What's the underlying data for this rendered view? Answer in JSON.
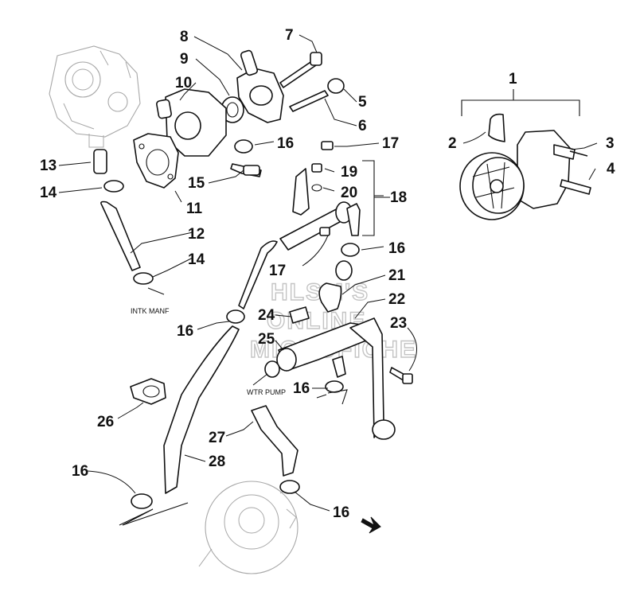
{
  "callouts": [
    {
      "id": "c1",
      "text": "1"
    },
    {
      "id": "c2",
      "text": "2"
    },
    {
      "id": "c3",
      "text": "3"
    },
    {
      "id": "c4",
      "text": "4"
    },
    {
      "id": "c5",
      "text": "5"
    },
    {
      "id": "c6",
      "text": "6"
    },
    {
      "id": "c7",
      "text": "7"
    },
    {
      "id": "c8",
      "text": "8"
    },
    {
      "id": "c9",
      "text": "9"
    },
    {
      "id": "c10",
      "text": "10"
    },
    {
      "id": "c11",
      "text": "11"
    },
    {
      "id": "c12",
      "text": "12"
    },
    {
      "id": "c13",
      "text": "13"
    },
    {
      "id": "c14a",
      "text": "14"
    },
    {
      "id": "c14b",
      "text": "14"
    },
    {
      "id": "c15",
      "text": "15"
    },
    {
      "id": "c16a",
      "text": "16"
    },
    {
      "id": "c16b",
      "text": "16"
    },
    {
      "id": "c16c",
      "text": "16"
    },
    {
      "id": "c16d",
      "text": "16"
    },
    {
      "id": "c16e",
      "text": "16"
    },
    {
      "id": "c16f",
      "text": "16"
    },
    {
      "id": "c17a",
      "text": "17"
    },
    {
      "id": "c17b",
      "text": "17"
    },
    {
      "id": "c18",
      "text": "18"
    },
    {
      "id": "c19",
      "text": "19"
    },
    {
      "id": "c20",
      "text": "20"
    },
    {
      "id": "c21",
      "text": "21"
    },
    {
      "id": "c22",
      "text": "22"
    },
    {
      "id": "c23",
      "text": "23"
    },
    {
      "id": "c24",
      "text": "24"
    },
    {
      "id": "c25",
      "text": "25"
    },
    {
      "id": "c26",
      "text": "26"
    },
    {
      "id": "c27",
      "text": "27"
    },
    {
      "id": "c28",
      "text": "28"
    }
  ],
  "notes": {
    "intake_manifold": "INTK MANF",
    "water_pump": "WTR PUMP"
  },
  "watermark": {
    "line1": "HLSM'S",
    "line2": "ONLINE",
    "line3": "MICROFICHE"
  }
}
